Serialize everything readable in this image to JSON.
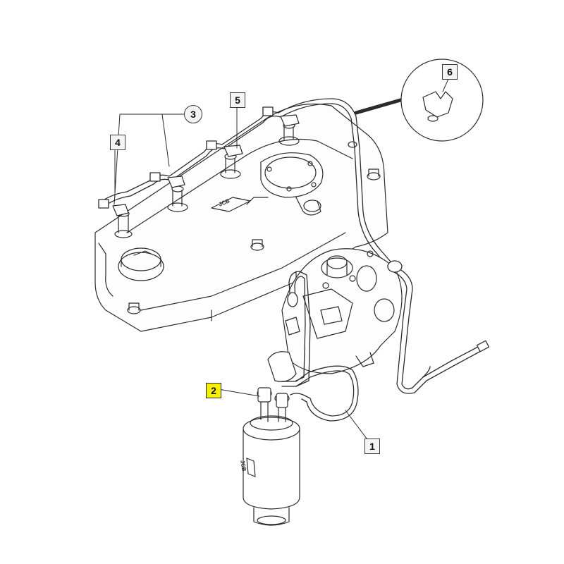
{
  "figure": {
    "callouts": {
      "c1": {
        "label": "1"
      },
      "c2": {
        "label": "2"
      },
      "c3": {
        "label": "3"
      },
      "c4": {
        "label": "4"
      },
      "c5": {
        "label": "5"
      },
      "c6": {
        "label": "6"
      }
    },
    "filter_logo_text": "JCB",
    "rocker_cover_logo_text": "JCB"
  },
  "colors": {
    "line": "#2b2b2b",
    "highlight": "#f5f000",
    "callout_border": "#3a3a3a"
  }
}
